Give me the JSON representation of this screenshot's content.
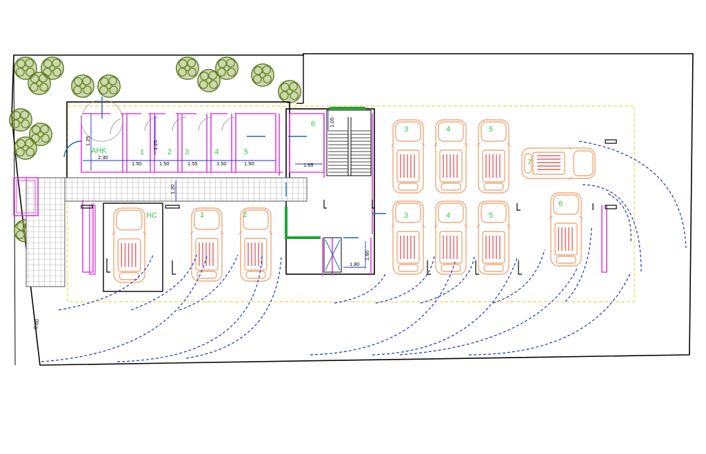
{
  "rooms": [
    {
      "label": "AHK"
    },
    {
      "label": "1"
    },
    {
      "label": "2"
    },
    {
      "label": "3"
    },
    {
      "label": "4"
    },
    {
      "label": "5"
    },
    {
      "label": "6"
    }
  ],
  "dimensions": {
    "d_230": "2.30",
    "d_150a": "1.50",
    "d_150b": "1.50",
    "d_155": "1.55",
    "d_150c": "1.50",
    "d_150d": "1.50",
    "d_165": "1.65",
    "d_125": "1.25",
    "d_125b": "1.25",
    "d_120": "1.20",
    "d_105": "1.05",
    "d_180": "1.80",
    "d_160": "1.60",
    "d_site": "5.60"
  },
  "parking": {
    "left": [
      {
        "label": "HC"
      },
      {
        "label": "1"
      },
      {
        "label": "2"
      }
    ],
    "right_top": [
      {
        "label": "3"
      },
      {
        "label": "4"
      },
      {
        "label": "5"
      }
    ],
    "right_bottom": [
      {
        "label": "3"
      },
      {
        "label": "4"
      },
      {
        "label": "5"
      }
    ],
    "side": [
      {
        "label": "7"
      },
      {
        "label": "6"
      }
    ]
  },
  "colors": {
    "wall": "#000000",
    "partition": "#e040e0",
    "door": "#1565c0",
    "car": "#f0a878",
    "label": "#2ecc40",
    "boundary": "#e8e060",
    "tree": "#5a7a1e",
    "swing": "#1a2ec8"
  }
}
